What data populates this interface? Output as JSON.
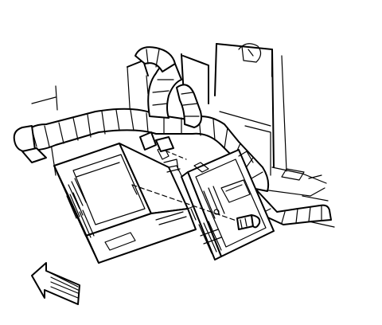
{
  "diagram": {
    "parts": [
      {
        "id": "bcm-module",
        "icon": "electronic-module-icon"
      },
      {
        "id": "connector-module",
        "icon": "connector-block-icon"
      },
      {
        "id": "wiring-harness",
        "icon": "wire-harness-icon"
      },
      {
        "id": "mounting-bolt",
        "icon": "bolt-icon"
      },
      {
        "id": "mounting-bracket",
        "icon": "bracket-icon"
      },
      {
        "id": "direction-arrow",
        "icon": "forward-arrow-icon"
      }
    ],
    "colors": {
      "line": "#000000",
      "background": "#ffffff"
    }
  }
}
